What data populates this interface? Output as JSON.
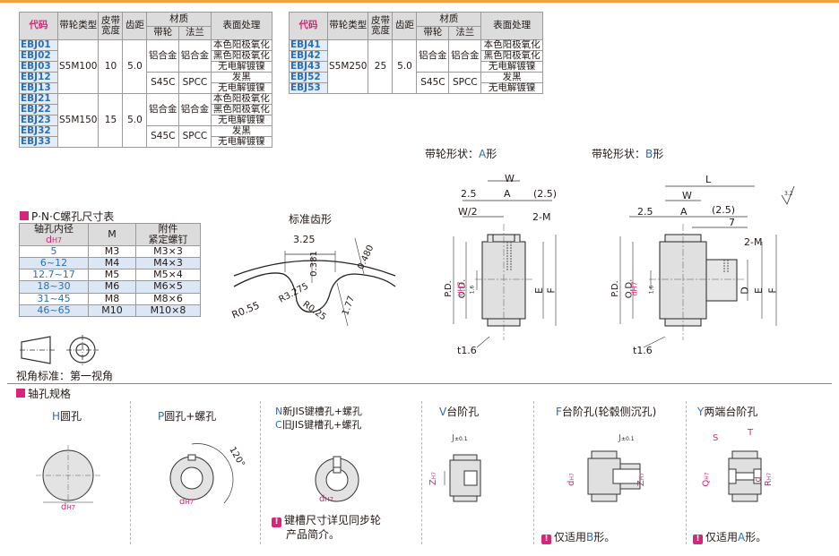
{
  "table1": {
    "headers": {
      "code": "代码",
      "pulley_type": "带轮类型",
      "belt_width": "皮带宽度",
      "pitch": "齿距",
      "material": "材质",
      "mat_pulley": "带轮",
      "mat_flange": "法兰",
      "surface": "表面处理"
    },
    "codes": [
      "EBJ01",
      "EBJ02",
      "EBJ03",
      "EBJ12",
      "EBJ13",
      "EBJ21",
      "EBJ22",
      "EBJ23",
      "EBJ32",
      "EBJ33"
    ],
    "types": [
      "S5M100",
      "S5M150"
    ],
    "widths": [
      "10",
      "15"
    ],
    "pitches": [
      "5.0",
      "5.0"
    ],
    "materials": [
      "铝合金",
      "铝合金",
      "S45C",
      "SPCC",
      "铝合金",
      "铝合金",
      "S45C",
      "SPCC"
    ],
    "surfaces": [
      "本色阳极氧化",
      "黑色阳极氧化",
      "无电解镀镍",
      "发黑",
      "无电解镀镍",
      "本色阳极氧化",
      "黑色阳极氧化",
      "无电解镀镍",
      "发黑",
      "无电解镀镍"
    ]
  },
  "table2": {
    "codes": [
      "EBJ41",
      "EBJ42",
      "EBJ43",
      "EBJ52",
      "EBJ53"
    ],
    "type": "S5M250",
    "width": "25",
    "pitch": "5.0",
    "materials": [
      "铝合金",
      "铝合金",
      "S45C",
      "SPCC"
    ],
    "surfaces": [
      "本色阳极氧化",
      "黑色阳极氧化",
      "无电解镀镍",
      "发黑",
      "无电解镀镍"
    ]
  },
  "pnc": {
    "title": "P·N·C螺孔尺寸表",
    "h_bore": "轴孔内径",
    "h_bore_sym": "d",
    "h_bore_sub": "H7",
    "h_m": "M",
    "h_screw1": "附件",
    "h_screw2": "紧定螺钉",
    "rows": [
      [
        "5",
        "M3",
        "M3×3"
      ],
      [
        "6~12",
        "M4",
        "M4×3"
      ],
      [
        "12.7~17",
        "M5",
        "M5×4"
      ],
      [
        "18~30",
        "M6",
        "M6×5"
      ],
      [
        "31~45",
        "M8",
        "M8×6"
      ],
      [
        "46~65",
        "M10",
        "M10×8"
      ]
    ]
  },
  "view_std": "视角标准：第一视角",
  "tooth": {
    "title": "标准齿形",
    "dims": [
      "3.25",
      "0.381",
      "0.480",
      "R3.275",
      "R0.55",
      "R0.25",
      "1.77"
    ]
  },
  "shapeA": {
    "title_pre": "带轮形状：",
    "title_letter": "A",
    "title_post": "形",
    "W": "W",
    "dim25": "2.5",
    "A": "A",
    "p25": "(2.5)",
    "W2": "W/2",
    "M2": "2-M",
    "PD": "P.D.",
    "OD": "O.D.",
    "E": "E",
    "F": "F",
    "t16": "t1.6",
    "d": "d",
    "H7": "H7",
    "v16": "1.6"
  },
  "shapeB": {
    "title_pre": "带轮形状：",
    "title_letter": "B",
    "title_post": "形",
    "L": "L",
    "W": "W",
    "dim25": "2.5",
    "A": "A",
    "p25": "(2.5)",
    "seven": "7",
    "M2": "2-M",
    "PD": "P.D.",
    "OD": "O.D.",
    "D": "D",
    "E": "E",
    "F": "F",
    "t16": "t1.6",
    "d": "d",
    "H7": "H7",
    "v16": "1.6",
    "rough": "3.2"
  },
  "bore": {
    "title": "轴孔规格",
    "H": {
      "letter": "H",
      "text": "圆孔",
      "dim": "d",
      "sub": "H7"
    },
    "P": {
      "letter": "P",
      "text": "圆孔+螺孔",
      "angle": "120°",
      "dim": "d",
      "sub": "H7"
    },
    "N": {
      "line1_letter": "N",
      "line1": "新JIS键槽孔+螺孔",
      "line2_letter": "C",
      "line2": "旧JIS键槽孔+螺孔",
      "note1": "键槽尺寸详见同步轮",
      "note2": "产品简介。",
      "dim": "d",
      "sub": "H7"
    },
    "V": {
      "letter": "V",
      "text": "台阶孔",
      "J": "J",
      "Jtol": "±0.1",
      "Z": "Z",
      "sub": "H7"
    },
    "F": {
      "letter": "F",
      "text": "台阶孔(轮毂侧沉孔)",
      "J": "J",
      "Jtol": "±0.1",
      "Z": "Z",
      "d": "d",
      "sub": "H7",
      "note_pre": "仅适用",
      "note_letter": "B",
      "note_post": "形。"
    },
    "Y": {
      "letter": "Y",
      "text": "两端台阶孔",
      "S": "S",
      "T": "T",
      "Q": "Q",
      "R": "R",
      "d": "d",
      "sub": "H7",
      "note_pre": "仅适用",
      "note_letter": "A",
      "note_post": "形。"
    }
  },
  "colors": {
    "accent": "#d6267a",
    "blue": "#2c6eb4",
    "header_bg": "#dcdcdc",
    "top_bar": "#f0a23c"
  }
}
